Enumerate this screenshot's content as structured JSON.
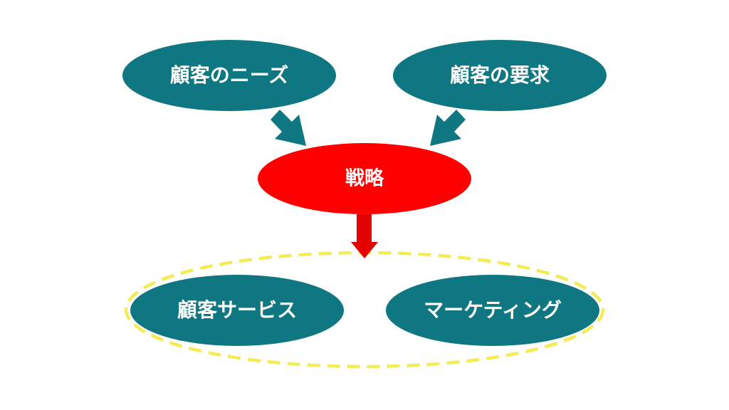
{
  "diagram": {
    "nodes": {
      "customer_needs": {
        "label": "顧客のニーズ"
      },
      "customer_requests": {
        "label": "顧客の要求"
      },
      "strategy": {
        "label": "戦略"
      },
      "customer_service": {
        "label": "顧客サービス"
      },
      "marketing": {
        "label": "マーケティング"
      }
    },
    "colors": {
      "node_fill": "#0f7782",
      "strategy_fill": "#ff0000",
      "arrow_teal": "#0f7782",
      "arrow_red": "#e50000",
      "group_outline": "#f2ec55",
      "label_text": "#ffffff"
    }
  }
}
